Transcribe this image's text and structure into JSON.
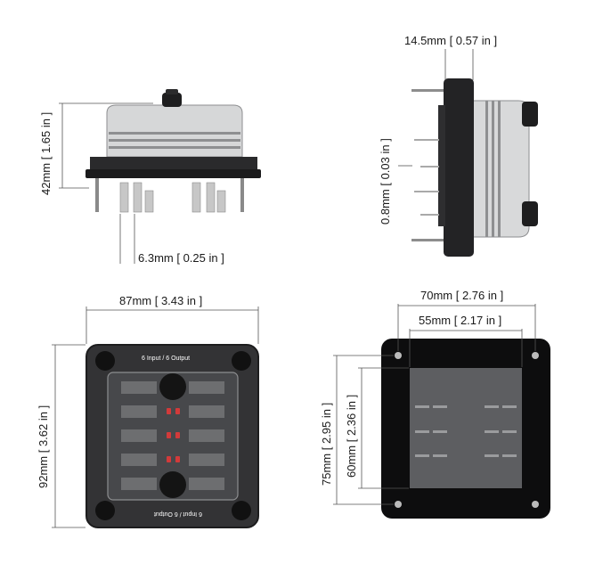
{
  "side_view": {
    "height_dim": "42mm [ 1.65 in ]",
    "pin_dim": "6.3mm [ 0.25 in ]"
  },
  "end_view": {
    "depth_dim": "14.5mm [ 0.57 in ]",
    "thickness_dim": "0.8mm [ 0.03 in ]"
  },
  "front_view": {
    "width_dim": "87mm [ 3.43 in ]",
    "height_dim": "92mm [ 3.62 in ]",
    "label_top": "6 Input / 6 Output",
    "label_bottom": "6 Input / 6 Output"
  },
  "rear_view": {
    "outer_width_dim": "70mm [ 2.76 in ]",
    "inner_width_dim": "55mm [ 2.17 in ]",
    "outer_height_dim": "75mm [ 2.95 in ]",
    "inner_height_dim": "60mm [ 2.36 in ]"
  },
  "colors": {
    "housing": "#2f2f31",
    "cover": "#d9dadb",
    "fuse_led": "#d23a3a",
    "gasket": "#9e9e9e"
  }
}
